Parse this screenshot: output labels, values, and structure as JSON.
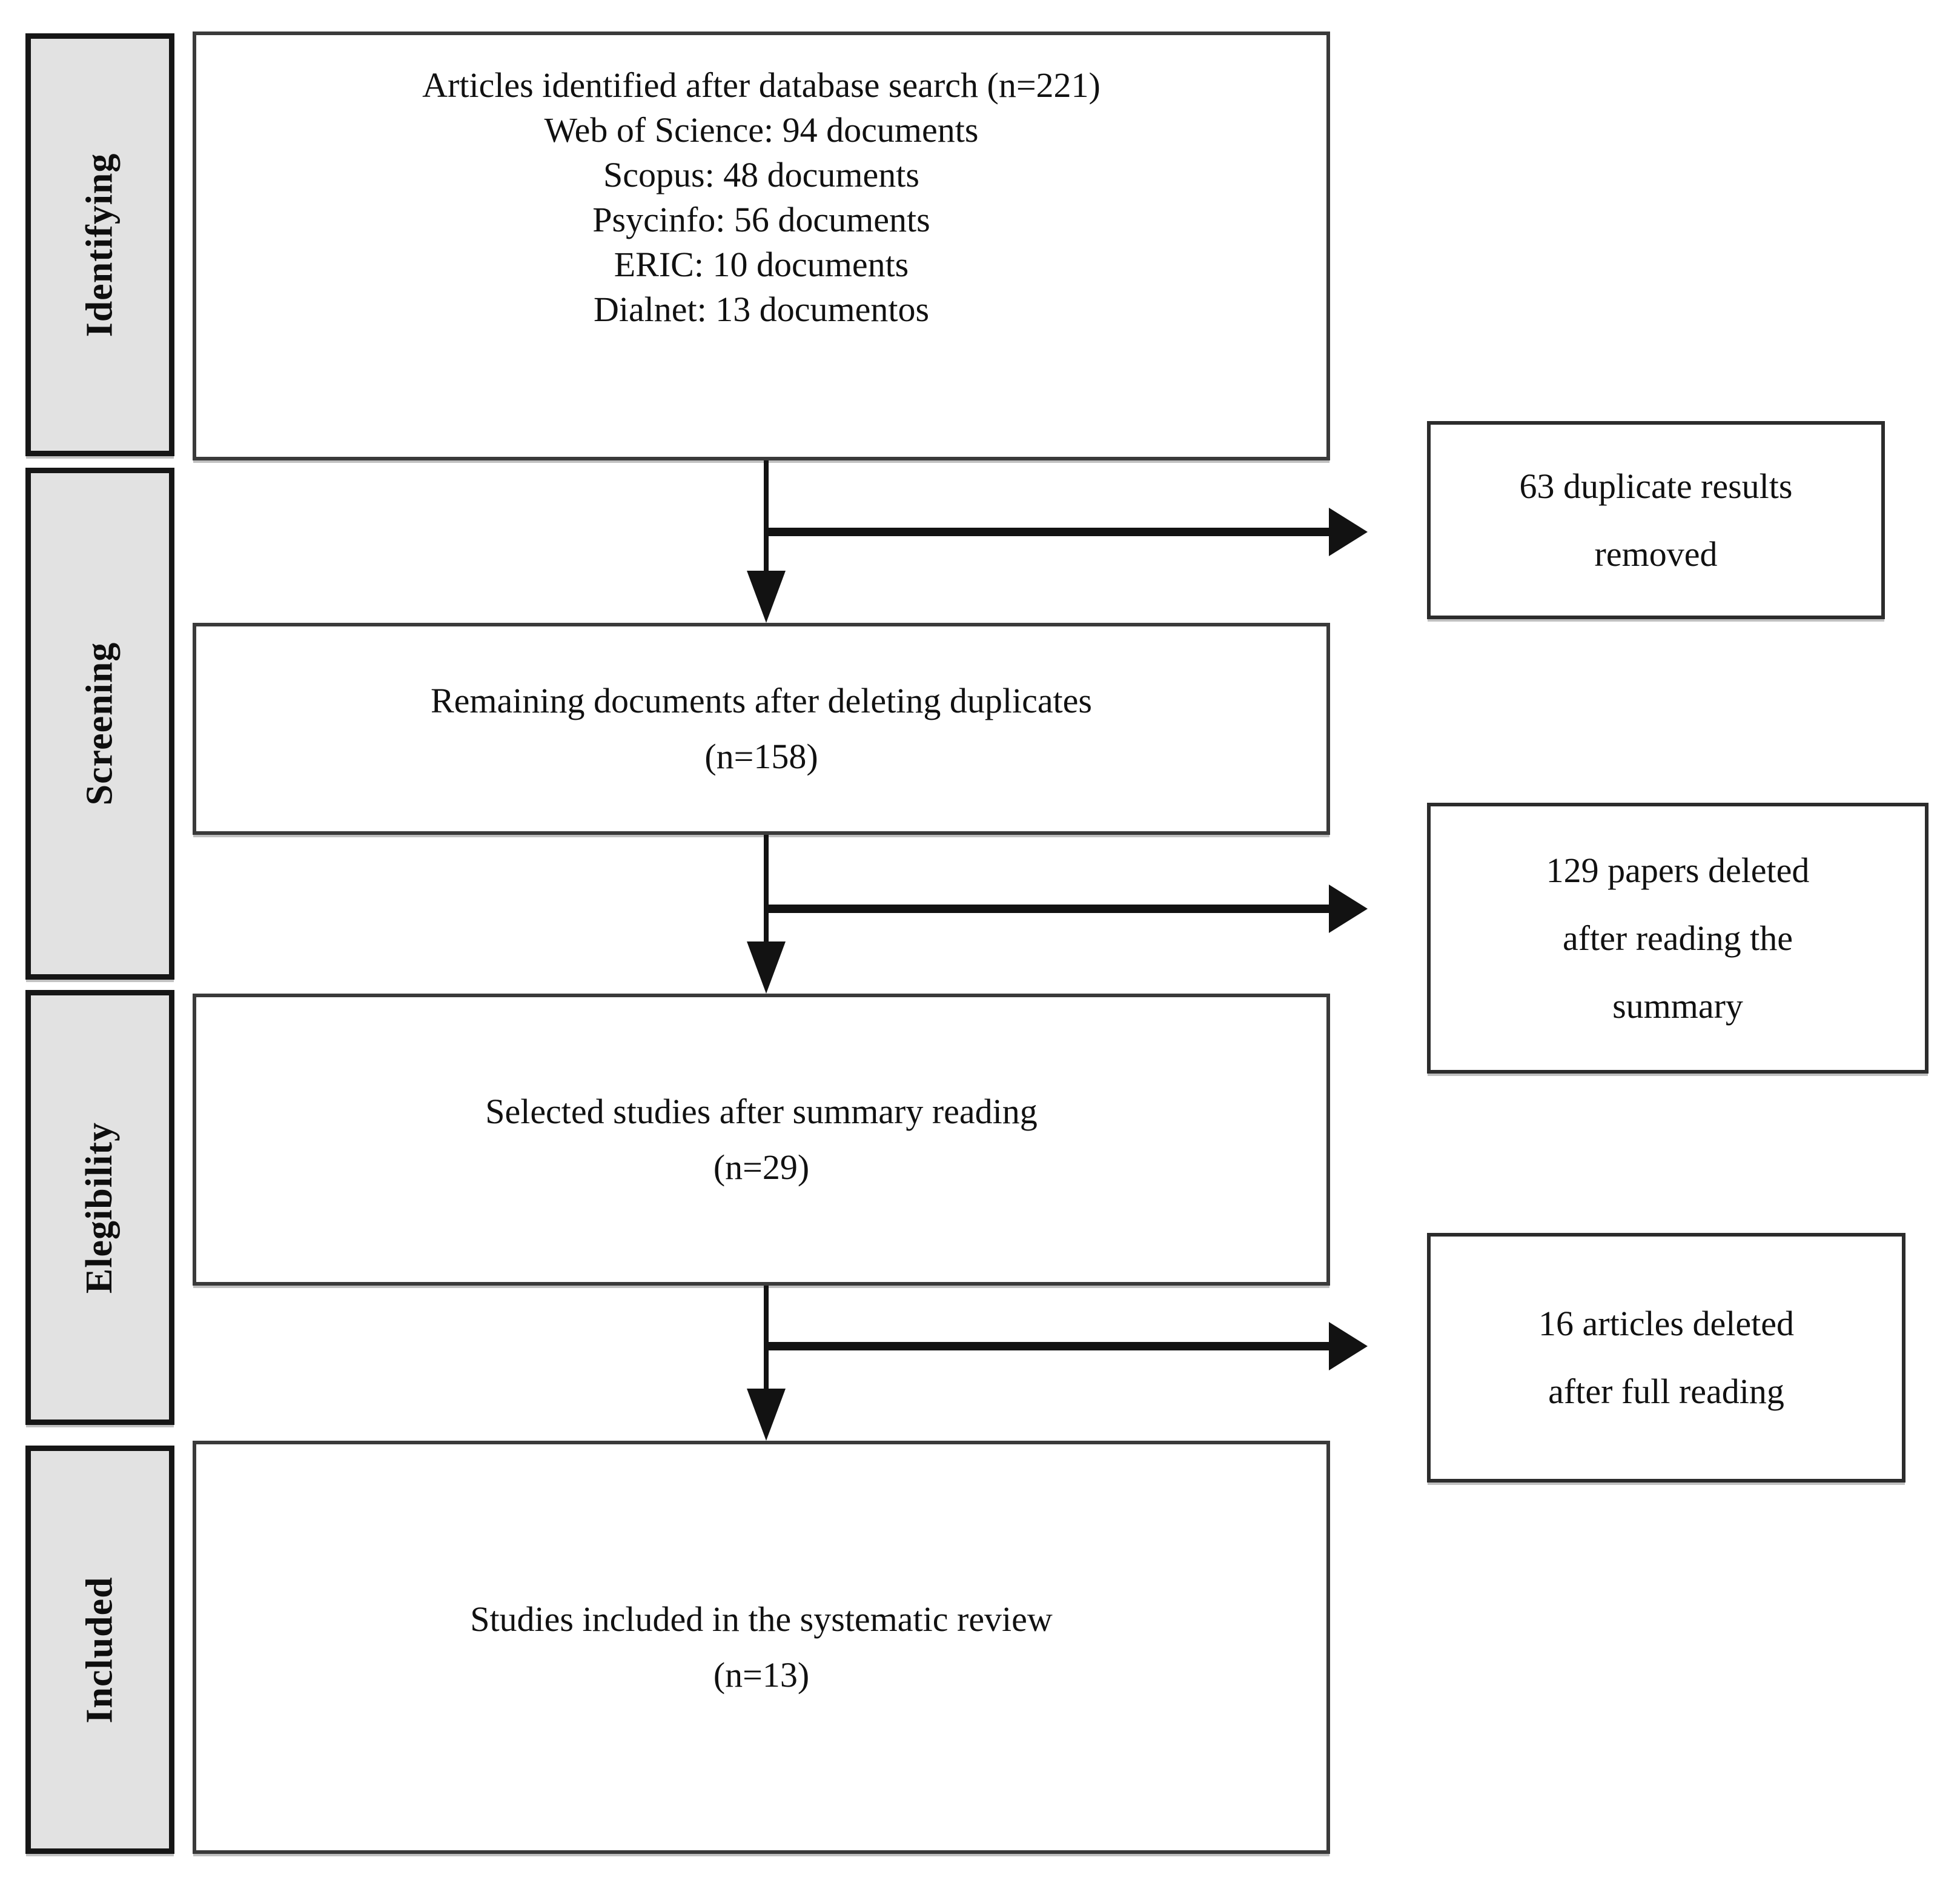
{
  "diagram": {
    "title": "PRISMA systematic review flow diagram",
    "colors": {
      "background": "#ffffff",
      "stage_fill": "#e2e2e2",
      "border": "#161616",
      "text": "#111111",
      "arrow": "#121212"
    },
    "stage_labels": [
      {
        "label": "Identifying"
      },
      {
        "label": "Screening"
      },
      {
        "label": "Elegibility"
      },
      {
        "label": "Included"
      }
    ],
    "flow_boxes": [
      {
        "lines": [
          "Articles identified after database search (n=221)",
          "Web of Science: 94 documents",
          "Scopus: 48 documents",
          "Psycinfo: 56 documents",
          "ERIC: 10 documents",
          "Dialnet: 13 documentos"
        ]
      },
      {
        "lines": [
          "Remaining documents after deleting duplicates",
          "(n=158)"
        ]
      },
      {
        "lines": [
          "Selected studies after summary reading",
          "(n=29)"
        ]
      },
      {
        "lines": [
          "Studies included in the systematic review",
          "(n=13)"
        ]
      }
    ],
    "exclusion_boxes": [
      {
        "lines": [
          "63 duplicate results",
          "removed"
        ]
      },
      {
        "lines": [
          "129 papers deleted",
          "after reading the",
          "summary"
        ]
      },
      {
        "lines": [
          "16 articles deleted",
          "after full reading"
        ]
      }
    ]
  }
}
